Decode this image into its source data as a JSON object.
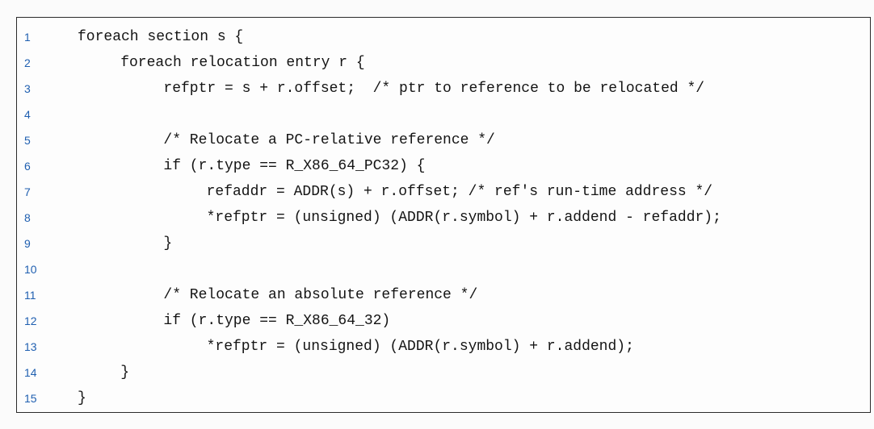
{
  "listing": {
    "lines": [
      {
        "num": "1",
        "indent": 0,
        "text": "foreach section s {"
      },
      {
        "num": "2",
        "indent": 4,
        "text": "foreach relocation entry r {"
      },
      {
        "num": "3",
        "indent": 8,
        "text": "refptr = s + r.offset;  /* ptr to reference to be relocated */"
      },
      {
        "num": "4",
        "indent": 0,
        "text": ""
      },
      {
        "num": "5",
        "indent": 8,
        "text": "/* Relocate a PC-relative reference */"
      },
      {
        "num": "6",
        "indent": 8,
        "text": "if (r.type == R_X86_64_PC32) {"
      },
      {
        "num": "7",
        "indent": 12,
        "text": "refaddr = ADDR(s) + r.offset; /* ref's run-time address */"
      },
      {
        "num": "8",
        "indent": 12,
        "text": "*refptr = (unsigned) (ADDR(r.symbol) + r.addend - refaddr);"
      },
      {
        "num": "9",
        "indent": 8,
        "text": "}"
      },
      {
        "num": "10",
        "indent": 0,
        "text": ""
      },
      {
        "num": "11",
        "indent": 8,
        "text": "/* Relocate an absolute reference */"
      },
      {
        "num": "12",
        "indent": 8,
        "text": "if (r.type == R_X86_64_32)"
      },
      {
        "num": "13",
        "indent": 12,
        "text": "*refptr = (unsigned) (ADDR(r.symbol) + r.addend);"
      },
      {
        "num": "14",
        "indent": 4,
        "text": "}"
      },
      {
        "num": "15",
        "indent": 0,
        "text": "}"
      }
    ]
  }
}
